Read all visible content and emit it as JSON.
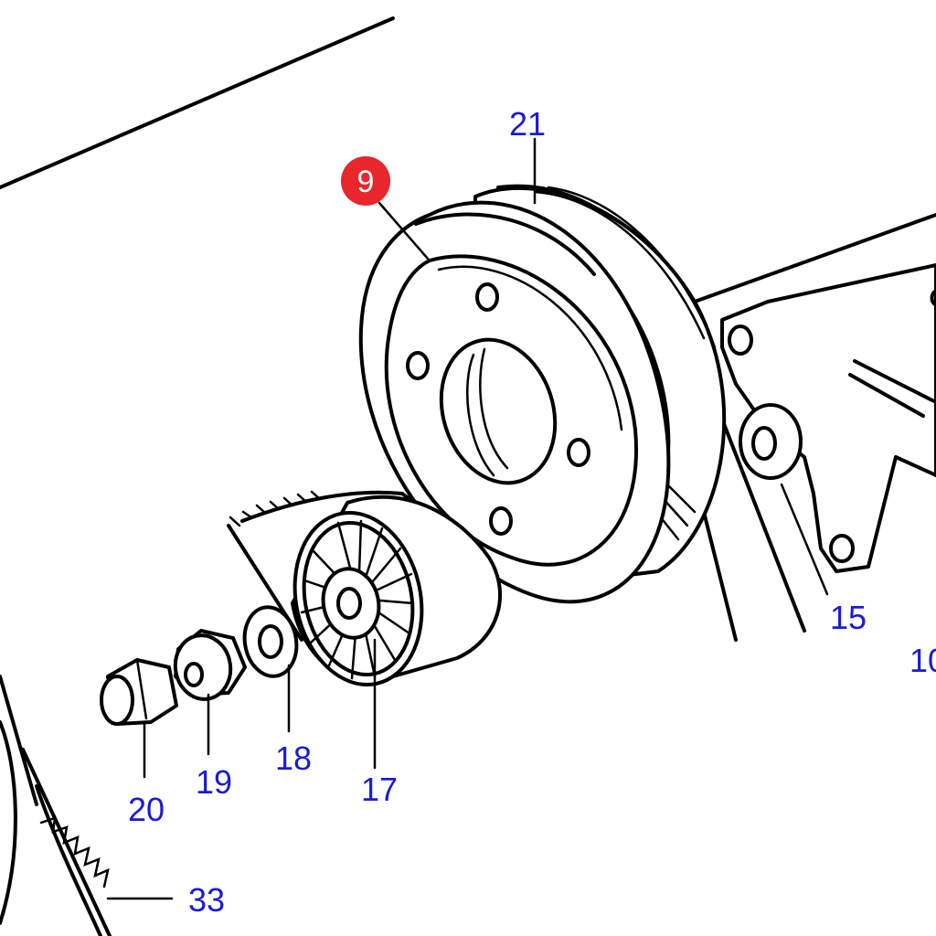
{
  "colors": {
    "callout_text": "#1a1ad6",
    "highlight_badge": "#e8262b",
    "line": "#000000",
    "background": "#ffffff"
  },
  "highlighted_part": "9",
  "callouts": {
    "c21": "21",
    "c9": "9",
    "c15": "15",
    "c10": "10",
    "c17": "17",
    "c18": "18",
    "c19": "19",
    "c20": "20",
    "c33": "33"
  }
}
